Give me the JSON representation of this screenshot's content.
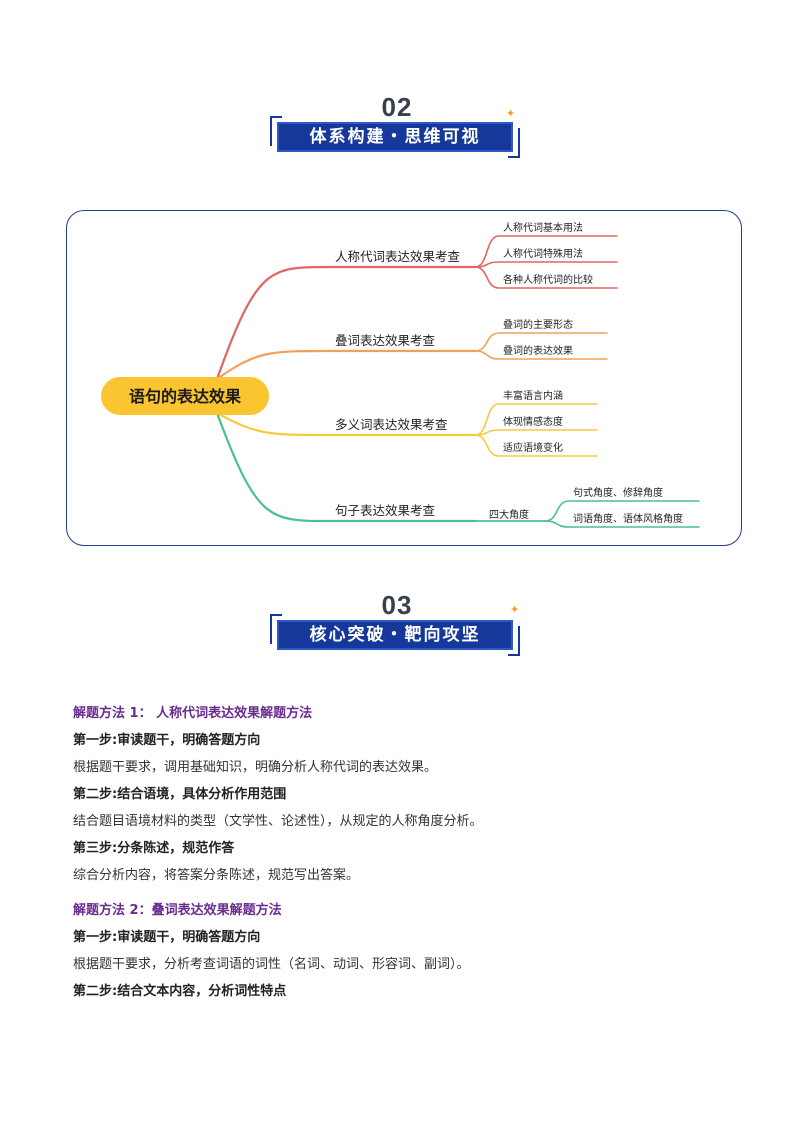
{
  "section02": {
    "number": "02",
    "title": "体系构建・思维可视"
  },
  "mindmap": {
    "root": "语句的表达效果",
    "branches": [
      {
        "label": "人称代词表达效果考查",
        "color": "#e06666",
        "leaves": [
          "人称代词基本用法",
          "人称代词特殊用法",
          "各种人称代词的比较"
        ]
      },
      {
        "label": "叠词表达效果考查",
        "color": "#f0a05a",
        "leaves": [
          "叠词的主要形态",
          "叠词的表达效果"
        ]
      },
      {
        "label": "多义词表达效果考查",
        "color": "#f5cc3c",
        "leaves": [
          "丰富语言内涵",
          "体现情感态度",
          "适应语境变化"
        ]
      },
      {
        "label": "句子表达效果考查",
        "color": "#4cc08c",
        "sub": "四大角度",
        "leaves": [
          "句式角度、修辞角度",
          "词语角度、语体风格角度"
        ]
      }
    ]
  },
  "section03": {
    "number": "03",
    "title": "核心突破・靶向攻坚"
  },
  "methods": [
    {
      "title": "解题方法 1：  人称代词表达效果解题方法",
      "steps": [
        {
          "heading": "第一步:审读题干，明确答题方向",
          "text": "根据题干要求，调用基础知识，明确分析人称代词的表达效果。"
        },
        {
          "heading": "第二步:结合语境，具体分析作用范围",
          "text": "结合题目语境材料的类型（文学性、论述性），从规定的人称角度分析。"
        },
        {
          "heading": "第三步:分条陈述，规范作答",
          "text": "综合分析内容，将答案分条陈述，规范写出答案。"
        }
      ]
    },
    {
      "title": "解题方法 2：叠词表达效果解题方法",
      "steps": [
        {
          "heading": "第一步:审读题干，明确答题方向",
          "text": "根据题干要求，分析考查词语的词性（名词、动词、形容词、副词）。"
        },
        {
          "heading": "第二步:结合文本内容，分析词性特点",
          "text": ""
        }
      ]
    }
  ]
}
